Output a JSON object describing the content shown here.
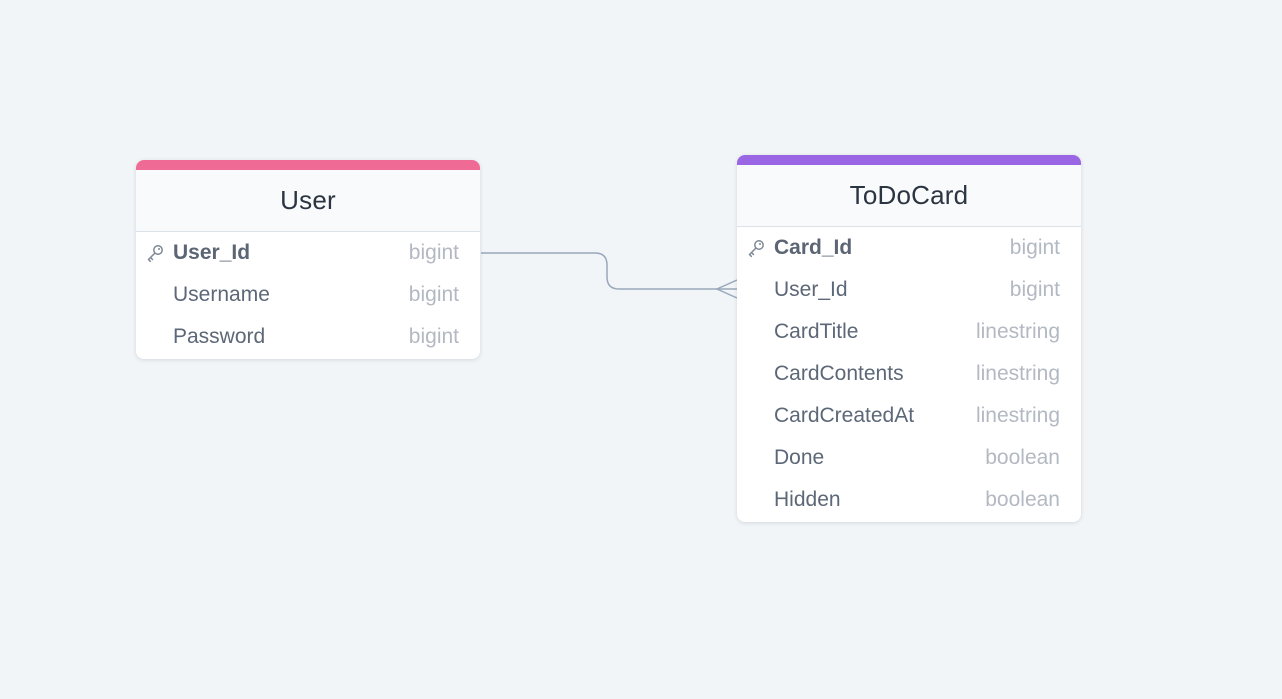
{
  "colors": {
    "background": "#f1f5f8",
    "user_accent": "#f06a96",
    "todo_accent": "#9a66e3",
    "connector": "#9aa8bb"
  },
  "tables": [
    {
      "title": "User",
      "fields": [
        {
          "name": "User_Id",
          "type": "bigint",
          "primary_key": true
        },
        {
          "name": "Username",
          "type": "bigint",
          "primary_key": false
        },
        {
          "name": "Password",
          "type": "bigint",
          "primary_key": false
        }
      ]
    },
    {
      "title": "ToDoCard",
      "fields": [
        {
          "name": "Card_Id",
          "type": "bigint",
          "primary_key": true
        },
        {
          "name": "User_Id",
          "type": "bigint",
          "primary_key": false
        },
        {
          "name": "CardTitle",
          "type": "linestring",
          "primary_key": false
        },
        {
          "name": "CardContents",
          "type": "linestring",
          "primary_key": false
        },
        {
          "name": "CardCreatedAt",
          "type": "linestring",
          "primary_key": false
        },
        {
          "name": "Done",
          "type": "boolean",
          "primary_key": false
        },
        {
          "name": "Hidden",
          "type": "boolean",
          "primary_key": false
        }
      ]
    }
  ],
  "relationship": {
    "from": "User.User_Id",
    "to": "ToDoCard.User_Id",
    "cardinality": "one-to-many"
  }
}
